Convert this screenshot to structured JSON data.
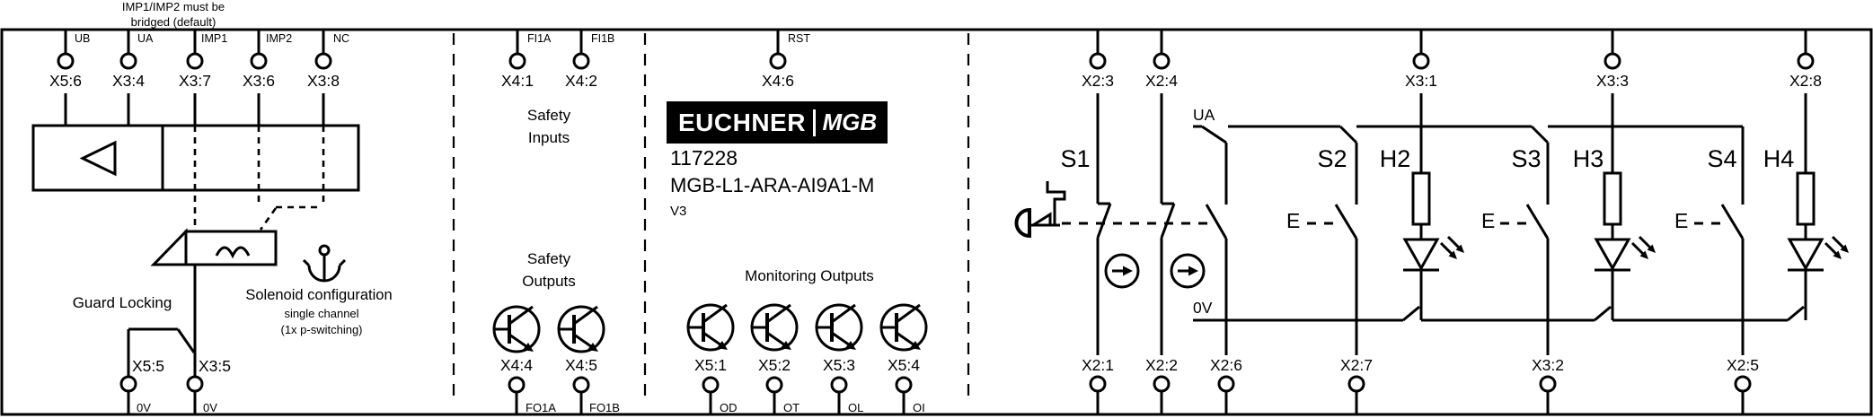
{
  "colors": {
    "ink": "#000000",
    "paper": "#ffffff"
  },
  "note": {
    "line1": "IMP1/IMP2 must be",
    "line2": "bridged (default)"
  },
  "guard_locking": {
    "title": "Guard Locking",
    "top_terminals": [
      {
        "signal": "UB",
        "terminal": "X5:6"
      },
      {
        "signal": "UA",
        "terminal": "X3:4"
      },
      {
        "signal": "IMP1",
        "terminal": "X3:7"
      },
      {
        "signal": "IMP2",
        "terminal": "X3:6"
      },
      {
        "signal": "NC",
        "terminal": "X3:8"
      }
    ],
    "bottom_terminals": [
      {
        "terminal": "X5:5",
        "signal": "0V"
      },
      {
        "terminal": "X3:5",
        "signal": "0V"
      }
    ],
    "solenoid_title": "Solenoid configuration",
    "solenoid_sub1": "single channel",
    "solenoid_sub2": "(1x p-switching)"
  },
  "safety_inputs": {
    "title": "Safety Inputs",
    "terminals": [
      {
        "signal": "FI1A",
        "terminal": "X4:1"
      },
      {
        "signal": "FI1B",
        "terminal": "X4:2"
      }
    ]
  },
  "safety_outputs": {
    "title": "Safety Outputs",
    "terminals": [
      {
        "terminal": "X4:4",
        "signal": "FO1A"
      },
      {
        "terminal": "X4:5",
        "signal": "FO1B"
      }
    ]
  },
  "device": {
    "brand": "EUCHNER",
    "series": "MGB",
    "order_number": "117228",
    "type_code": "MGB-L1-ARA-AI9A1-M",
    "version": "V3",
    "reset": {
      "signal": "RST",
      "terminal": "X4:6"
    }
  },
  "monitoring_outputs": {
    "title": "Monitoring Outputs",
    "terminals": [
      {
        "terminal": "X5:1",
        "signal": "OD"
      },
      {
        "terminal": "X5:2",
        "signal": "OT"
      },
      {
        "terminal": "X5:3",
        "signal": "OL"
      },
      {
        "terminal": "X5:4",
        "signal": "OI"
      }
    ]
  },
  "door_circuit": {
    "ua_rail": "UA",
    "zero_volt_rail": "0V",
    "escape_release": "E",
    "switch_labels": [
      "S1",
      "S2",
      "S3",
      "S4"
    ],
    "indicator_labels": [
      "H2",
      "H3",
      "H4"
    ],
    "top_terminals": [
      "X2:3",
      "X2:4",
      "X3:1",
      "X3:3",
      "X2:8"
    ],
    "bottom_terminals": [
      "X2:1",
      "X2:2",
      "X2:6",
      "X2:7",
      "X3:2",
      "X2:5"
    ]
  }
}
